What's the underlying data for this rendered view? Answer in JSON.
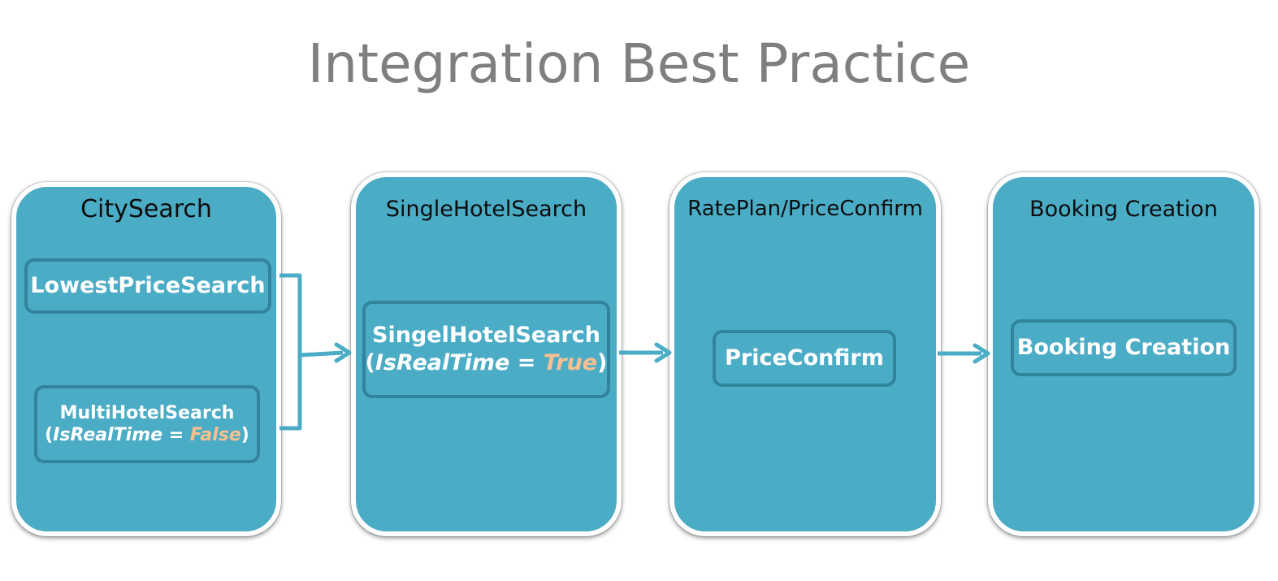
{
  "title": "Integration Best Practice",
  "colors": {
    "stage_fill": "#4bacc6",
    "box_border": "#31849b",
    "flag_value": "#fac090",
    "title_text": "#7f7f7f",
    "stage_title_text": "#0d0d0d"
  },
  "stages": [
    {
      "title": "CitySearch",
      "calls": [
        {
          "name": "LowestPriceSearch"
        },
        {
          "name": "MultiHotelSearch",
          "param": "IsRealTime",
          "equals": "=",
          "value": "False"
        }
      ]
    },
    {
      "title": "SingleHotelSearch",
      "calls": [
        {
          "name": "SingelHotelSearch",
          "param": "IsRealTime",
          "equals": "=",
          "value": "True"
        }
      ]
    },
    {
      "title": "RatePlan/PriceConfirm",
      "calls": [
        {
          "name": "PriceConfirm"
        }
      ]
    },
    {
      "title": "Booking Creation",
      "calls": [
        {
          "name": "Booking Creation"
        }
      ]
    }
  ]
}
